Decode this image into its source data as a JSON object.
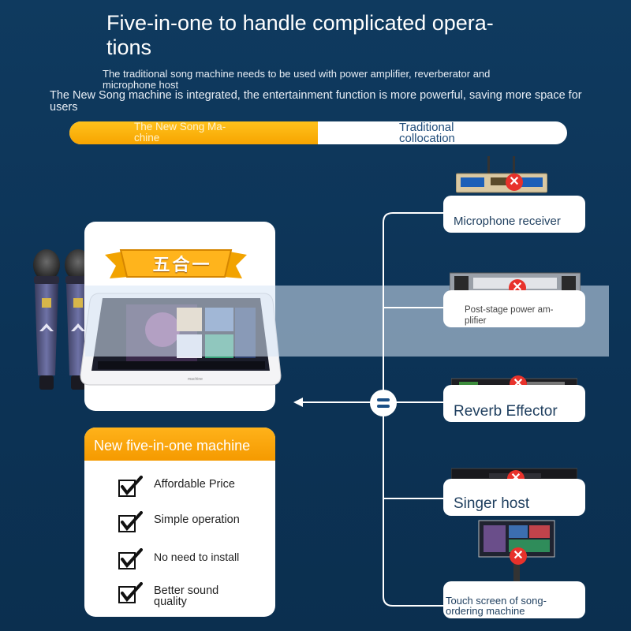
{
  "header": {
    "title": "Five-in-one to handle complicated opera- tions",
    "subtitle_1": "The traditional song machine needs to be used with power amplifier, reverberator and microphone host",
    "subtitle_2": "The New Song machine is integrated, the entertainment function is more powerful, saving more space for users"
  },
  "comparison": {
    "left_label": "The New Song Ma- chine",
    "right_label": "Traditional collocation"
  },
  "product": {
    "banner_text": "五合一",
    "device_name": "machine"
  },
  "features": {
    "title": "New five-in-one machine",
    "items": [
      {
        "label": "Affordable Price"
      },
      {
        "label": "Simple operation"
      },
      {
        "label": "No need to install"
      },
      {
        "label": "Better sound quality"
      }
    ]
  },
  "components": [
    {
      "label": "Microphone receiver",
      "status": "excluded"
    },
    {
      "label": "Post-stage power am- plifier",
      "status": "excluded"
    },
    {
      "label": "Reverb Effector",
      "status": "excluded"
    },
    {
      "label": "Singer host",
      "status": "excluded"
    },
    {
      "label": "Touch screen of song-ordering machine",
      "status": "excluded"
    }
  ],
  "icons": {
    "check": "check-icon",
    "excluded": "x-icon",
    "equals": "equals-icon",
    "arrow": "arrow-left-icon"
  },
  "colors": {
    "background": "#0d3558",
    "accent": "#f7a400",
    "excluded": "#e8322b",
    "connector": "#ffffff"
  }
}
